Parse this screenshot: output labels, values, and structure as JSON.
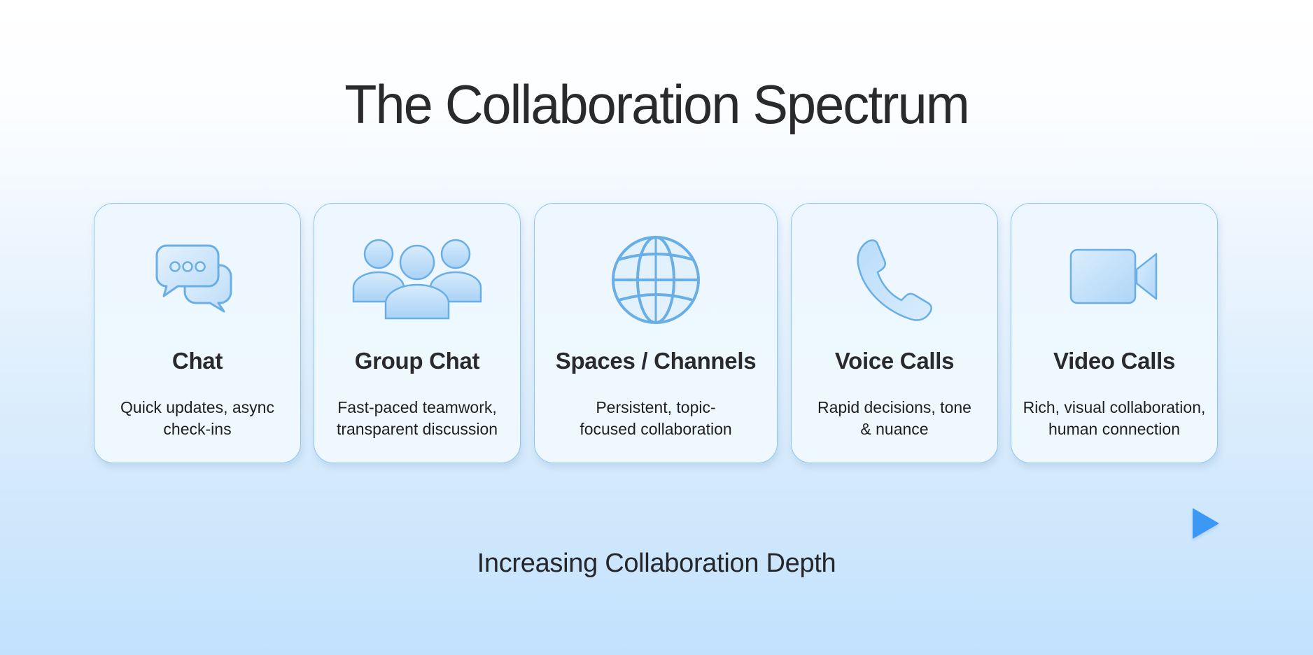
{
  "title": "The Collaboration Spectrum",
  "cards": [
    {
      "name": "Chat",
      "description_line1": "Quick updates, async",
      "description_line2": "check-ins",
      "icon": "chat-bubbles-icon"
    },
    {
      "name": "Group Chat",
      "description_line1": "Fast-paced teamwork,",
      "description_line2": "transparent discussion",
      "icon": "group-people-icon"
    },
    {
      "name": "Spaces / Channels",
      "description_line1": "Persistent, topic-",
      "description_line2": "focused collaboration",
      "icon": "globe-icon"
    },
    {
      "name": "Voice Calls",
      "description_line1": "Rapid decisions, tone",
      "description_line2": "& nuance",
      "icon": "phone-icon"
    },
    {
      "name": "Video Calls",
      "description_line1": "Rich, visual collaboration,",
      "description_line2": "human connection",
      "icon": "video-camera-icon"
    }
  ],
  "axis": {
    "label": "Increasing Collaboration Depth",
    "direction": "left-to-right"
  },
  "colors": {
    "arrow_start": "#6ab0f0",
    "arrow_end": "#3a98f5",
    "card_border": "#8ec5f3",
    "card_fill": "#eef7ff",
    "icon_stroke": "#6aaee8",
    "icon_fill": "#cfe6fb",
    "text": "#2a2a2d"
  }
}
